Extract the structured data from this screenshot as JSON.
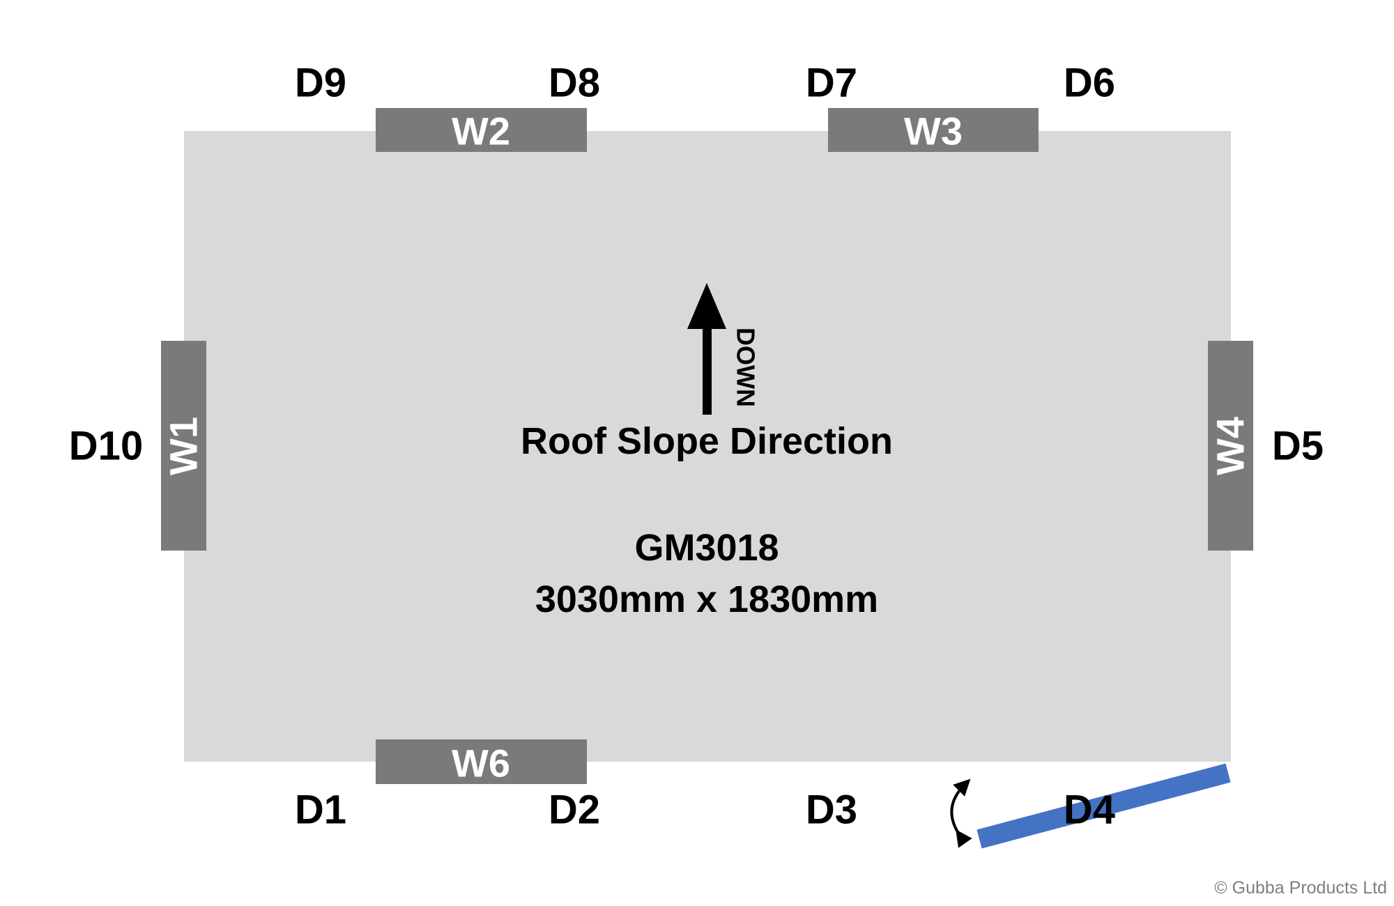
{
  "colors": {
    "floor": "#d9d9d9",
    "window": "#7a7a7a",
    "door": "#4472c4"
  },
  "product": {
    "model": "GM3018",
    "dimensions": "3030mm x 1830mm"
  },
  "roof": {
    "label": "Roof Slope Direction",
    "direction": "DOWN"
  },
  "windows": {
    "w1": "W1",
    "w2": "W2",
    "w3": "W3",
    "w4": "W4",
    "w6": "W6"
  },
  "door_positions": {
    "d1": "D1",
    "d2": "D2",
    "d3": "D3",
    "d4": "D4",
    "d5": "D5",
    "d6": "D6",
    "d7": "D7",
    "d8": "D8",
    "d9": "D9",
    "d10": "D10"
  },
  "copyright": "© Gubba Products Ltd"
}
